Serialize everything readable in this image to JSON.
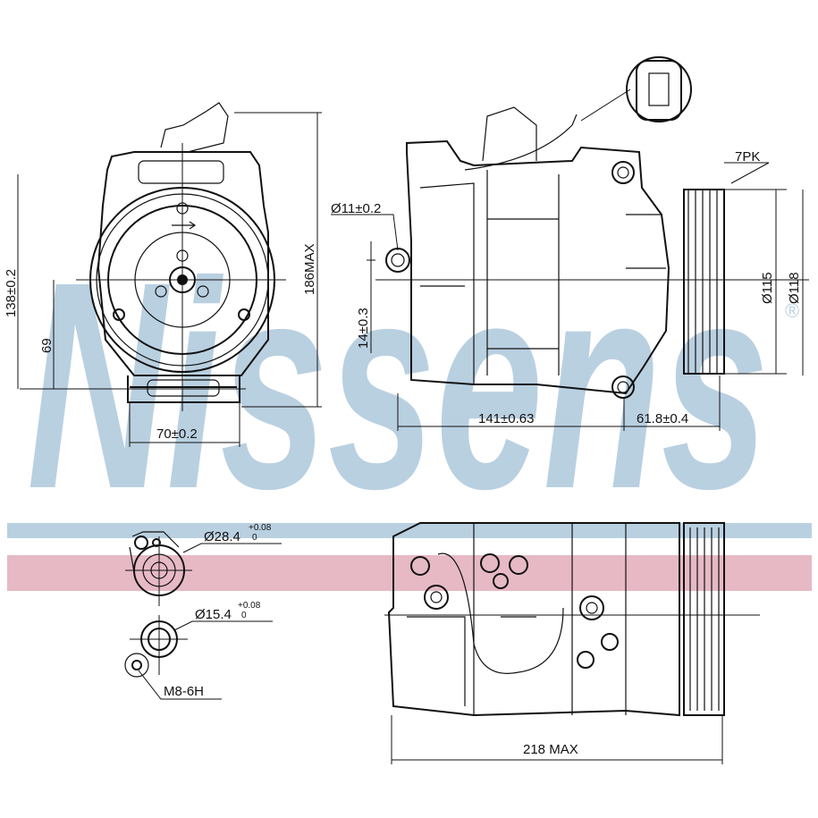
{
  "watermark": {
    "brand": "Nissens",
    "registered": "®"
  },
  "colors": {
    "watermark_blue": "#b9d0e1",
    "stripe_blue": "#b9d0e1",
    "stripe_pink": "#e6b9c5",
    "line": "#111111"
  },
  "front_view": {
    "height_dim": "138±0.2",
    "axis_height_dim": "69",
    "max_height_dim": "186MAX",
    "mount_width_dim": "70±0.2"
  },
  "side_view": {
    "bolt_hole_dim": "Ø11±0.2",
    "offset_dim": "14±0.3",
    "length_dim": "141±0.63",
    "pulley_offset_dim": "61.8±0.4",
    "belt_type": "7PK",
    "pulley_dia_inner": "Ø115",
    "pulley_dia_outer": "Ø118"
  },
  "ports": {
    "large_port": {
      "dia": "Ø28.4",
      "tol_upper": "+0.08",
      "tol_lower": "0"
    },
    "small_port": {
      "dia": "Ø15.4",
      "tol_upper": "+0.08",
      "tol_lower": "0"
    },
    "thread": "M8-6H"
  },
  "bottom_view": {
    "max_length_dim": "218 MAX"
  }
}
